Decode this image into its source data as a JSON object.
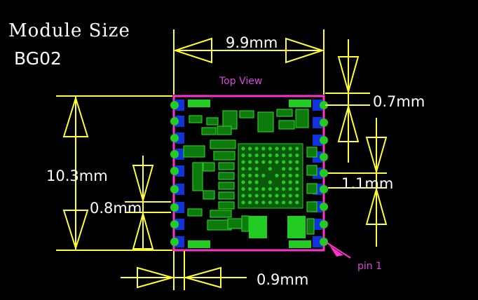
{
  "title": "Module Size",
  "model": "BG02",
  "view_label": "Top View",
  "pin_label": "pin 1",
  "dimensions": {
    "width": "9.9mm",
    "height": "10.3mm",
    "edge_margin": "0.7mm",
    "pin_pitch": "1.1mm",
    "pad_height": "0.8mm",
    "pad_width": "0.9mm"
  },
  "colors": {
    "background": "#000000",
    "dimension": "#ffff33",
    "outline": "#ff33cc",
    "pad": "#22cc22",
    "pin_pad": "#1133dd",
    "view_label": "#dd44dd"
  }
}
